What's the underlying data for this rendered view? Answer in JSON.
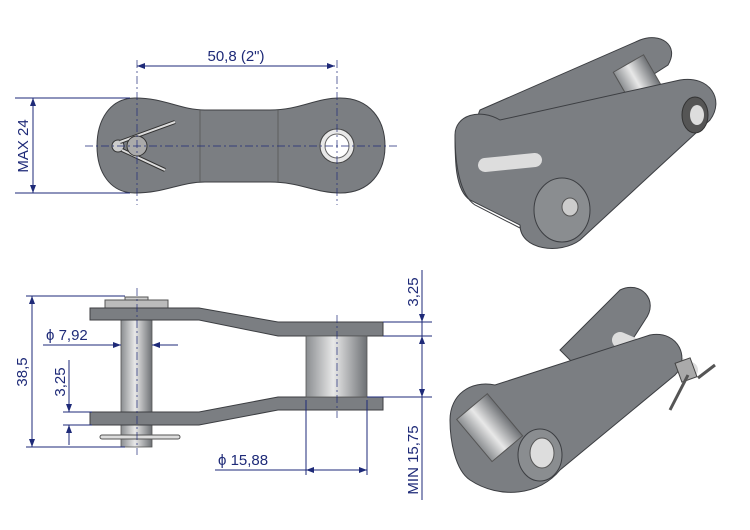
{
  "top_view": {
    "pitch": "50,8  (2\")",
    "max_height": "MAX 24"
  },
  "side_view": {
    "overall_width": "38,5",
    "plate_thickness_left": "3,25",
    "plate_thickness_right": "3,25",
    "pin_diameter": "ϕ  7,92",
    "roller_diameter": "ϕ  15,88",
    "inner_width": "MIN  15,75"
  },
  "colors": {
    "dimension": "#1e2a78",
    "plate": "#7b7e82"
  }
}
